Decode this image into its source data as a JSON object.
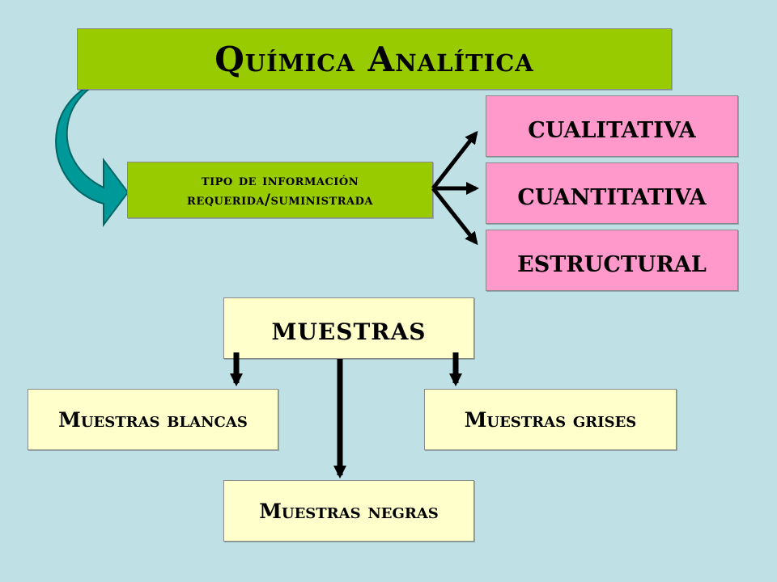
{
  "diagram": {
    "title": "Química Analítica",
    "info_type": "tipo de información requerida/suministrada",
    "categories": [
      "cualitativa",
      "cuantitativa",
      "estructural"
    ],
    "samples_root": "muestras",
    "samples": {
      "white": "Muestras blancas",
      "grey": "Muestras grises",
      "black": "Muestras negras"
    }
  },
  "colors": {
    "background": "#bfe1e6",
    "title_box": "#99cc00",
    "category_box": "#ff99cc",
    "sample_box": "#ffffcc",
    "curved_arrow": "#009999"
  }
}
